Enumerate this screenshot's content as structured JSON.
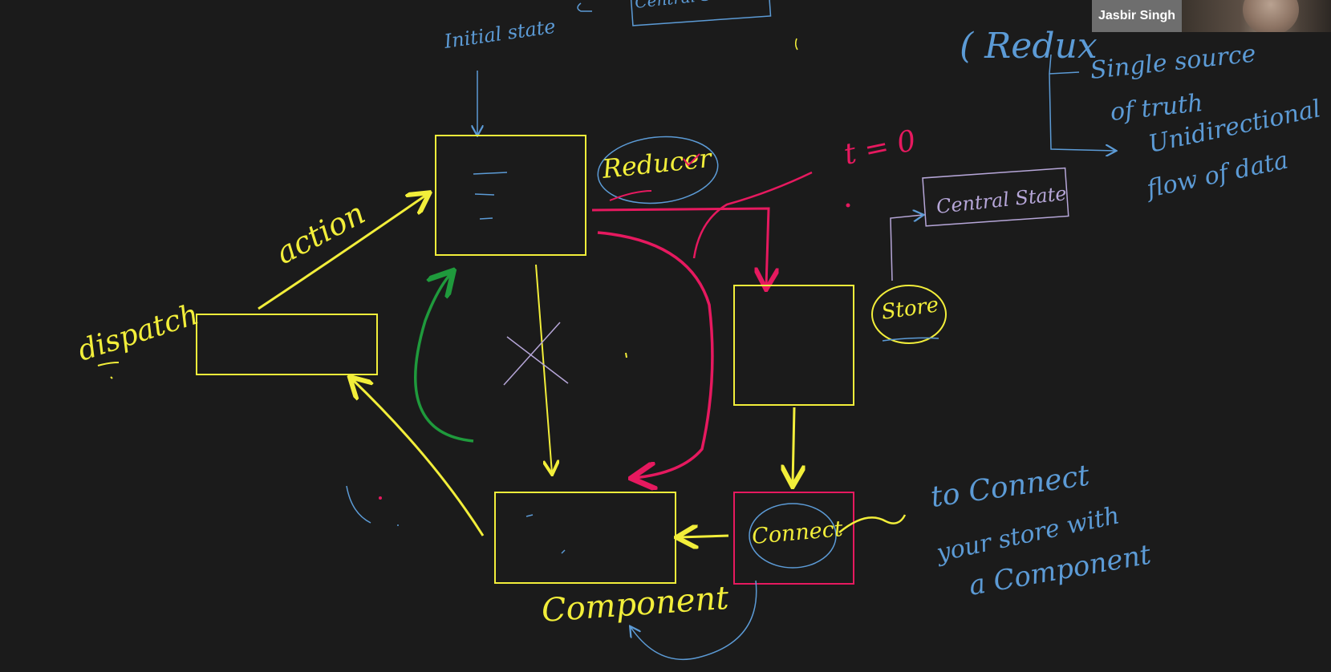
{
  "video": {
    "participant_name": "Jasbir Singh"
  },
  "colors": {
    "background": "#1b1b1b",
    "yellow": "#f2ee3a",
    "pink": "#e6195f",
    "blue": "#5c9bd6",
    "green": "#1f9a3c",
    "lavender": "#b6a6d8"
  },
  "board": {
    "initial_state": "Initial state",
    "top_central_state": "Central State",
    "reducer": "Reducer",
    "t_zero": "t = 0",
    "action": "action",
    "dispatch": "dispatch",
    "store": "Store",
    "central_state": "Central State",
    "connect": "Connect",
    "component": "Component",
    "redux_note": {
      "title": "( Redux",
      "point1_line1": "Single source",
      "point1_line2": "of truth",
      "point2_line1": "Unidirectional",
      "point2_line2": "flow of data"
    },
    "connect_note": {
      "line1": "to Connect",
      "line2": "your store with",
      "line3": "a Component"
    }
  }
}
